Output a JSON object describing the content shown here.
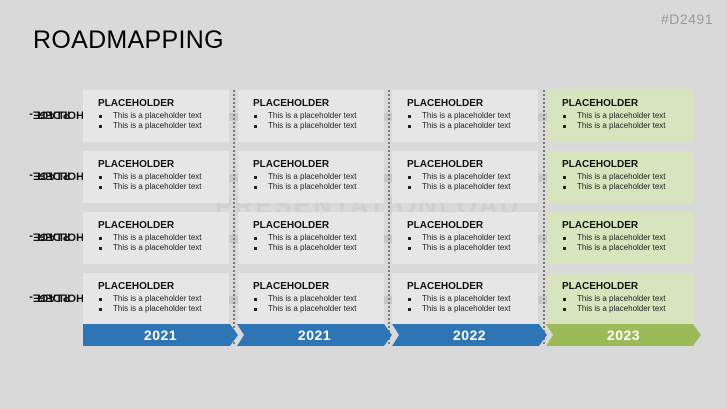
{
  "slide": {
    "title": "ROADMAPPING",
    "id": "#D2491",
    "watermark": "PRESENTATIONLOAD"
  },
  "colors": {
    "blue": "#2e75b6",
    "green": "#9bbb59",
    "cell_gray": "#e6e6e6",
    "cell_green": "#d7e4bd"
  },
  "rows": [
    {
      "label_top": "PLACE-",
      "label_bottom": "HOLDER"
    },
    {
      "label_top": "PLACE-",
      "label_bottom": "HOLDER"
    },
    {
      "label_top": "PLACE-",
      "label_bottom": "HOLDER"
    },
    {
      "label_top": "PLACE-",
      "label_bottom": "HOLDER"
    }
  ],
  "cell": {
    "title": "PLACEHOLDER",
    "bullet_1": "This is a placeholder text",
    "bullet_2": "This is a placeholder text"
  },
  "timeline": [
    {
      "label": "2021",
      "color": "blue"
    },
    {
      "label": "2021",
      "color": "blue"
    },
    {
      "label": "2022",
      "color": "blue"
    },
    {
      "label": "2023",
      "color": "green"
    }
  ]
}
